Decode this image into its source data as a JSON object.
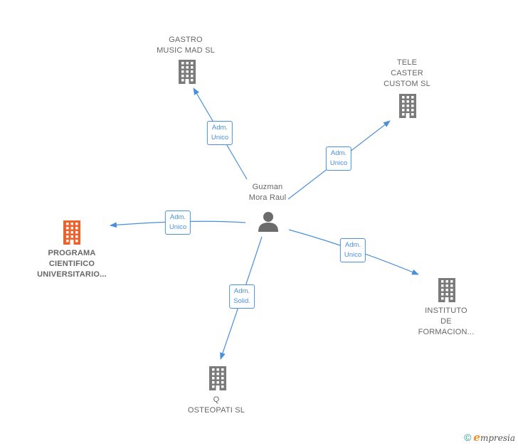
{
  "center": {
    "name_line1": "Guzman",
    "name_line2": "Mora Raul",
    "icon": "person-icon"
  },
  "companies": [
    {
      "id": "gastro",
      "lines": [
        "GASTRO",
        "MUSIC MAD  SL"
      ],
      "color": "#7a7a7a",
      "icon": "building-icon"
    },
    {
      "id": "tele",
      "lines": [
        "TELE",
        "CASTER",
        "CUSTOM SL"
      ],
      "color": "#7a7a7a",
      "icon": "building-icon"
    },
    {
      "id": "programa",
      "lines": [
        "PROGRAMA",
        "CIENTIFICO",
        "UNIVERSITARIO..."
      ],
      "color": "#f0602a",
      "icon": "building-icon"
    },
    {
      "id": "instituto",
      "lines": [
        "INSTITUTO",
        "DE",
        "FORMACION..."
      ],
      "color": "#7a7a7a",
      "icon": "building-icon"
    },
    {
      "id": "q",
      "lines": [
        "Q",
        "OSTEOPATI  SL"
      ],
      "color": "#7a7a7a",
      "icon": "building-icon"
    }
  ],
  "edges": [
    {
      "to": "gastro",
      "line1": "Adm.",
      "line2": "Unico"
    },
    {
      "to": "tele",
      "line1": "Adm.",
      "line2": "Unico"
    },
    {
      "to": "programa",
      "line1": "Adm.",
      "line2": "Unico"
    },
    {
      "to": "instituto",
      "line1": "Adm.",
      "line2": "Unico"
    },
    {
      "to": "q",
      "line1": "Adm.",
      "line2": "Solid."
    }
  ],
  "colors": {
    "edge": "#4a8fdb",
    "building_default": "#7a7a7a",
    "building_highlight": "#f0602a",
    "person": "#6b6b6b"
  },
  "footer": {
    "copyright": "©",
    "brand_initial": "e",
    "brand_rest": "mpresia"
  }
}
